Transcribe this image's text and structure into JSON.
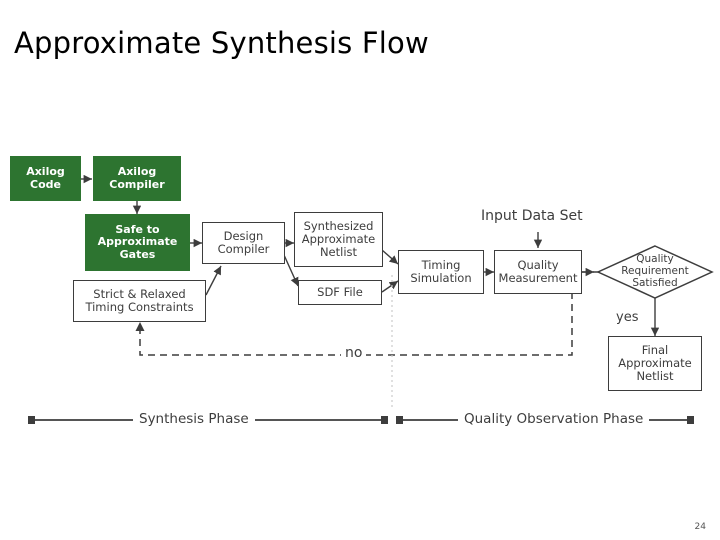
{
  "slide": {
    "title": "Approximate Synthesis Flow",
    "page_number": "24"
  },
  "colors": {
    "green_box": "#2d7430",
    "outline": "#3d3d3d",
    "text_dark": "#3d3d3d",
    "background": "#ffffff"
  },
  "diagram": {
    "type": "flowchart",
    "nodes": [
      {
        "id": "axilog_code",
        "label": "Axilog\nCode",
        "style": "green"
      },
      {
        "id": "axilog_compiler",
        "label": "Axilog\nCompiler",
        "style": "green"
      },
      {
        "id": "safe_gates",
        "label": "Safe to\nApproximate\nGates",
        "style": "green"
      },
      {
        "id": "timing_constraints",
        "label": "Strict & Relaxed\nTiming Constraints",
        "style": "outline"
      },
      {
        "id": "design_compiler",
        "label": "Design\nCompiler",
        "style": "outline"
      },
      {
        "id": "synth_netlist",
        "label": "Synthesized\nApproximate\nNetlist",
        "style": "outline"
      },
      {
        "id": "sdf_file",
        "label": "SDF File",
        "style": "outline"
      },
      {
        "id": "timing_simulation",
        "label": "Timing\nSimulation",
        "style": "outline"
      },
      {
        "id": "quality_measurement",
        "label": "Quality\nMeasurement",
        "style": "outline"
      },
      {
        "id": "quality_requirement",
        "label": "Quality\nRequirement\nSatisfied",
        "style": "diamond"
      },
      {
        "id": "final_netlist",
        "label": "Final\nApproximate\nNetlist",
        "style": "outline"
      }
    ],
    "labels": {
      "input_data_set": "Input Data Set",
      "yes": "yes",
      "no": "no",
      "synthesis_phase": "Synthesis Phase",
      "quality_observation_phase": "Quality Observation Phase"
    },
    "node_lines": {
      "axilog_code": [
        "Axilog",
        "Code"
      ],
      "axilog_compiler": [
        "Axilog",
        "Compiler"
      ],
      "safe_gates": [
        "Safe to",
        "Approximate",
        "Gates"
      ],
      "timing_constraints": [
        "Strict & Relaxed",
        "Timing Constraints"
      ],
      "design_compiler": [
        "Design",
        "Compiler"
      ],
      "synth_netlist": [
        "Synthesized",
        "Approximate",
        "Netlist"
      ],
      "sdf_file": [
        "SDF File"
      ],
      "timing_simulation": [
        "Timing",
        "Simulation"
      ],
      "quality_measurement": [
        "Quality",
        "Measurement"
      ],
      "quality_requirement": [
        "Quality",
        "Requirement",
        "Satisfied"
      ],
      "final_netlist": [
        "Final",
        "Approximate",
        "Netlist"
      ]
    }
  }
}
